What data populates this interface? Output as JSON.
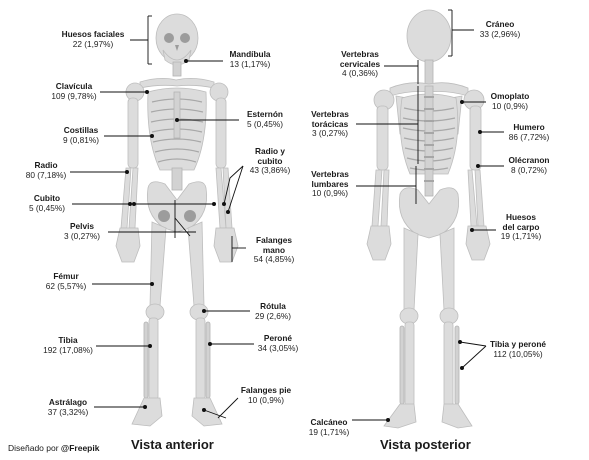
{
  "anterior": {
    "title": "Vista anterior",
    "labels": {
      "huesos_faciales": {
        "name": "Huesos faciales",
        "value": "22 (1,97%)"
      },
      "mandibula": {
        "name": "Mandíbula",
        "value": "13 (1,17%)"
      },
      "clavicula": {
        "name": "Clavícula",
        "value": "109 (9,78%)"
      },
      "esternon": {
        "name": "Esternón",
        "value": "5 (0,45%)"
      },
      "costillas": {
        "name": "Costillas",
        "value": "9 (0,81%)"
      },
      "radio_cubito": {
        "name_line1": "Radio y",
        "name_line2": "cubito",
        "value": "43 (3,86%)"
      },
      "radio": {
        "name": "Radio",
        "value": "80 (7,18%)"
      },
      "cubito": {
        "name": "Cubito",
        "value": "5 (0,45%)"
      },
      "pelvis": {
        "name": "Pelvis",
        "value": "3 (0,27%)"
      },
      "falanges_mano": {
        "name_line1": "Falanges",
        "name_line2": "mano",
        "value": "54 (4,85%)"
      },
      "femur": {
        "name": "Fémur",
        "value": "62 (5,57%)"
      },
      "rotula": {
        "name": "Rótula",
        "value": "29 (2,6%)"
      },
      "tibia": {
        "name": "Tibia",
        "value": "192 (17,08%)"
      },
      "perone": {
        "name": "Peroné",
        "value": "34 (3,05%)"
      },
      "falanges_pie": {
        "name": "Falanges pie",
        "value": "10 (0,9%)"
      },
      "astragalo": {
        "name": "Astrálago",
        "value": "37 (3,32%)"
      }
    }
  },
  "posterior": {
    "title": "Vista posterior",
    "labels": {
      "craneo": {
        "name": "Cráneo",
        "value": "33 (2,96%)"
      },
      "vertebras_cervicales": {
        "name_line1": "Vertebras",
        "name_line2": "cervicales",
        "value": "4 (0,36%)"
      },
      "vertebras_toracicas": {
        "name_line1": "Vertebras",
        "name_line2": "torácicas",
        "value": "3 (0,27%)"
      },
      "vertebras_lumbares": {
        "name_line1": "Vertebras",
        "name_line2": "lumbares",
        "value": "10 (0,9%)"
      },
      "omoplato": {
        "name": "Omoplato",
        "value": "10 (0,9%)"
      },
      "humero": {
        "name": "Humero",
        "value": "86 (7,72%)"
      },
      "olecranon": {
        "name": "Olécranon",
        "value": "8 (0,72%)"
      },
      "huesos_carpo": {
        "name_line1": "Huesos",
        "name_line2": "del carpo",
        "value": "19 (1,71%)"
      },
      "tibia_perone": {
        "name": "Tibia y peroné",
        "value": "112 (10,05%)"
      },
      "calcaneo": {
        "name": "Calcáneo",
        "value": "19 (1,71%)"
      }
    }
  },
  "credit": {
    "prefix": "Diseñado por ",
    "brand": "@Freepik"
  },
  "colors": {
    "bone": "#dcdcdc",
    "bone_shadow": "#b3b3b3",
    "leader": "#111111"
  }
}
